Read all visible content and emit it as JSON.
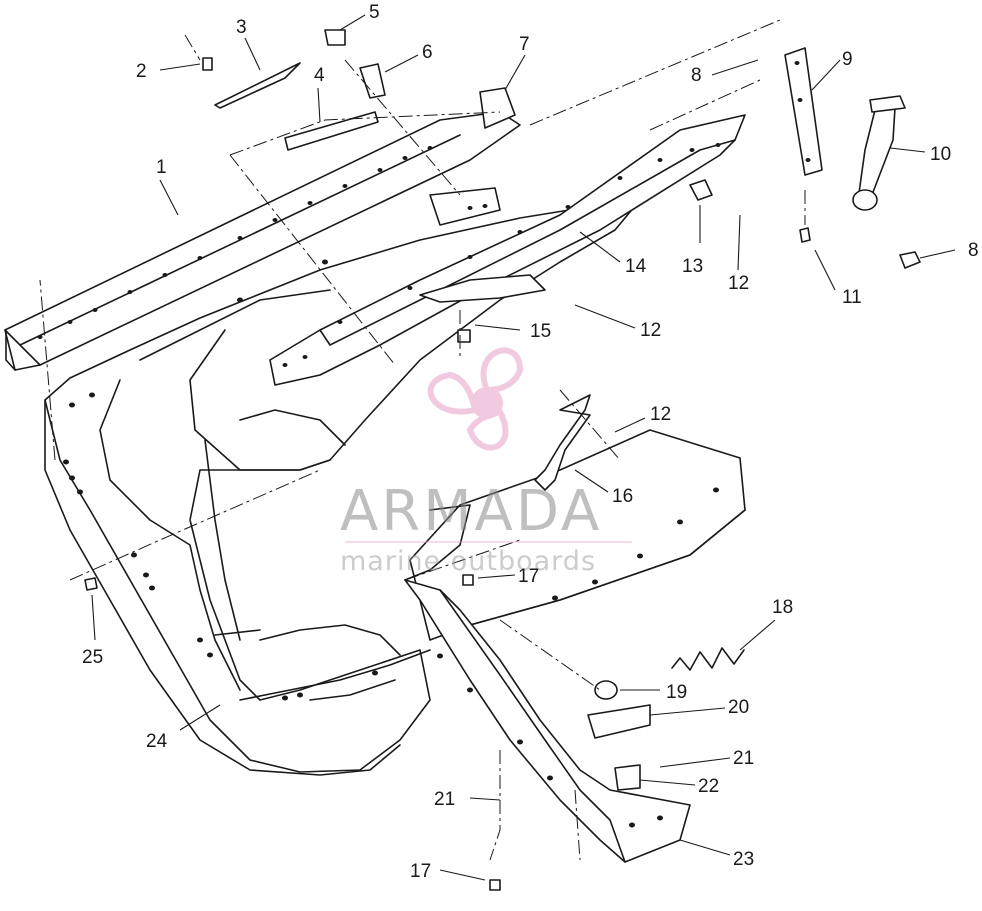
{
  "diagram": {
    "callouts": [
      {
        "id": "c1",
        "label": "1"
      },
      {
        "id": "c2",
        "label": "2"
      },
      {
        "id": "c3",
        "label": "3"
      },
      {
        "id": "c4",
        "label": "4"
      },
      {
        "id": "c5",
        "label": "5"
      },
      {
        "id": "c6",
        "label": "6"
      },
      {
        "id": "c7",
        "label": "7"
      },
      {
        "id": "c8a",
        "label": "8"
      },
      {
        "id": "c8b",
        "label": "8"
      },
      {
        "id": "c9",
        "label": "9"
      },
      {
        "id": "c10",
        "label": "10"
      },
      {
        "id": "c11",
        "label": "11"
      },
      {
        "id": "c12a",
        "label": "12"
      },
      {
        "id": "c12b",
        "label": "12"
      },
      {
        "id": "c12c",
        "label": "12"
      },
      {
        "id": "c13",
        "label": "13"
      },
      {
        "id": "c14",
        "label": "14"
      },
      {
        "id": "c15",
        "label": "15"
      },
      {
        "id": "c16",
        "label": "16"
      },
      {
        "id": "c17a",
        "label": "17"
      },
      {
        "id": "c17b",
        "label": "17"
      },
      {
        "id": "c18",
        "label": "18"
      },
      {
        "id": "c19",
        "label": "19"
      },
      {
        "id": "c20",
        "label": "20"
      },
      {
        "id": "c21a",
        "label": "21"
      },
      {
        "id": "c21b",
        "label": "21"
      },
      {
        "id": "c22",
        "label": "22"
      },
      {
        "id": "c23",
        "label": "23"
      },
      {
        "id": "c24",
        "label": "24"
      },
      {
        "id": "c25",
        "label": "25"
      }
    ]
  },
  "watermark": {
    "title": "ARMADA",
    "subtitle": "marine outboards",
    "logo_color": "#e8a0c8",
    "text_color": "#8a8a8a"
  }
}
